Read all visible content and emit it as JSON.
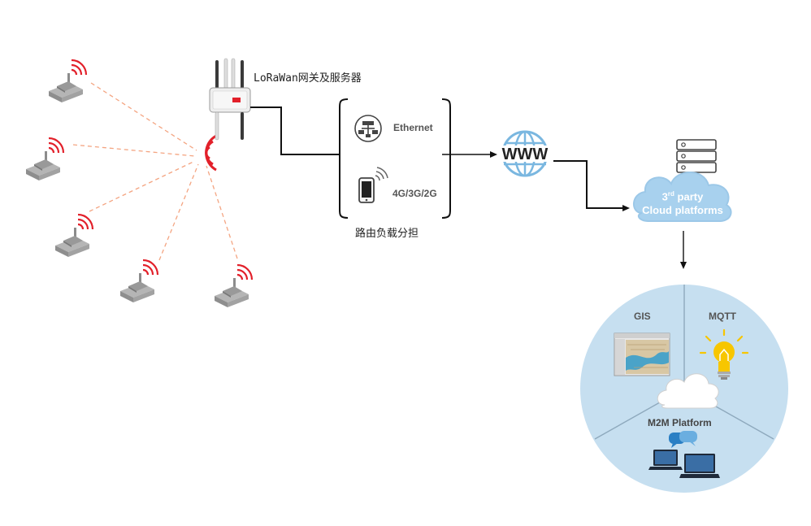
{
  "gateway": {
    "title": "LoRaWan网关及服务器"
  },
  "backhaul": {
    "ethernet_label": "Ethernet",
    "cellular_label": "4G/3G/2G",
    "routing_label": "路由负载分担"
  },
  "internet": {
    "icon": "www-globe-icon",
    "label": "WWW"
  },
  "cloud": {
    "prefix": "3",
    "sup": "rd",
    "suffix": " party",
    "line2": "Cloud platforms"
  },
  "platform": {
    "gis_label": "GIS",
    "mqtt_label": "MQTT",
    "m2m_label": "M2M Platform"
  },
  "colors": {
    "signal_red": "#e2202a",
    "dashed_link": "#f4a582",
    "cloud_blue": "#a8d1ee",
    "circle_blue": "#c6dff0",
    "globe_blue": "#7ab7e0"
  }
}
